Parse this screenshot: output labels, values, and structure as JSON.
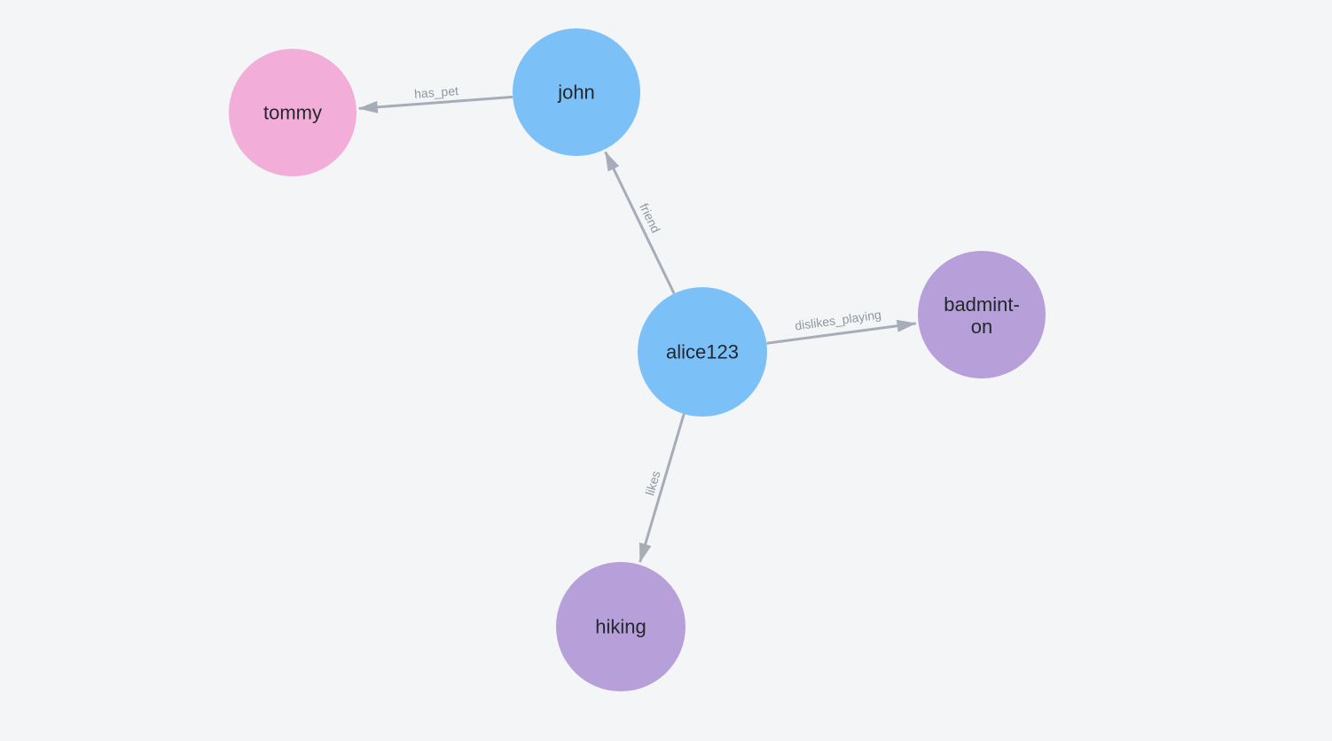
{
  "canvas": {
    "background_color": "#f4f5f6"
  },
  "colors": {
    "person_node": "#7cc0f8",
    "pet_node": "#f2aed8",
    "activity_node": "#b79fd9",
    "edge_line": "#a6adb9",
    "edge_label_text": "#8f97a3",
    "node_label_text": "#23282f"
  },
  "graph": {
    "nodes": [
      {
        "id": "tommy",
        "label": "tommy",
        "color": "#f2aed8"
      },
      {
        "id": "john",
        "label": "john",
        "color": "#7cc0f8"
      },
      {
        "id": "alice123",
        "label": "alice123",
        "color": "#7cc0f8"
      },
      {
        "id": "badminton",
        "label": "badminton",
        "lines": [
          "badmint-",
          "on"
        ],
        "color": "#b79fd9"
      },
      {
        "id": "hiking",
        "label": "hiking",
        "color": "#b79fd9"
      }
    ],
    "edges": [
      {
        "from": "john",
        "to": "tommy",
        "label": "has_pet"
      },
      {
        "from": "alice123",
        "to": "john",
        "label": "friend"
      },
      {
        "from": "alice123",
        "to": "badminton",
        "label": "dislikes_playing"
      },
      {
        "from": "alice123",
        "to": "hiking",
        "label": "likes"
      }
    ]
  }
}
